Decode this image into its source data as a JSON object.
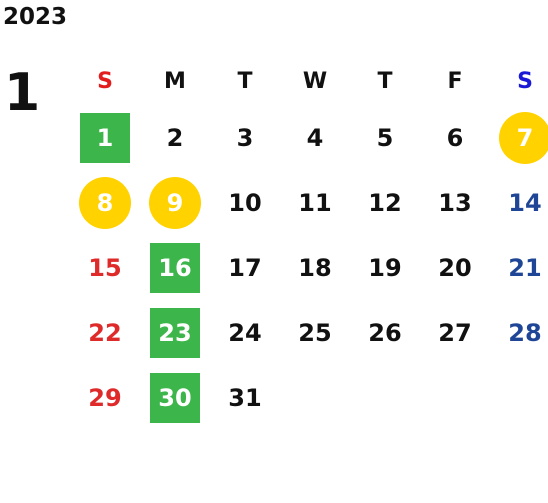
{
  "calendar": {
    "year": "2023",
    "month": "1",
    "weekdays": [
      "S",
      "M",
      "T",
      "W",
      "T",
      "F",
      "S"
    ],
    "weeks": [
      [
        "1",
        "2",
        "3",
        "4",
        "5",
        "6",
        "7"
      ],
      [
        "8",
        "9",
        "10",
        "11",
        "12",
        "13",
        "14"
      ],
      [
        "15",
        "16",
        "17",
        "18",
        "19",
        "20",
        "21"
      ],
      [
        "22",
        "23",
        "24",
        "25",
        "26",
        "27",
        "28"
      ],
      [
        "29",
        "30",
        "31",
        "",
        "",
        "",
        ""
      ]
    ]
  },
  "colors": {
    "sunday_header": "#e11d1d",
    "saturday_header": "#1a1ad6",
    "sunday_day": "#df2a2a",
    "saturday_day": "#1f4696",
    "green_marker": "#3cb54a",
    "yellow_marker": "#ffd200",
    "default_text": "#111111"
  }
}
